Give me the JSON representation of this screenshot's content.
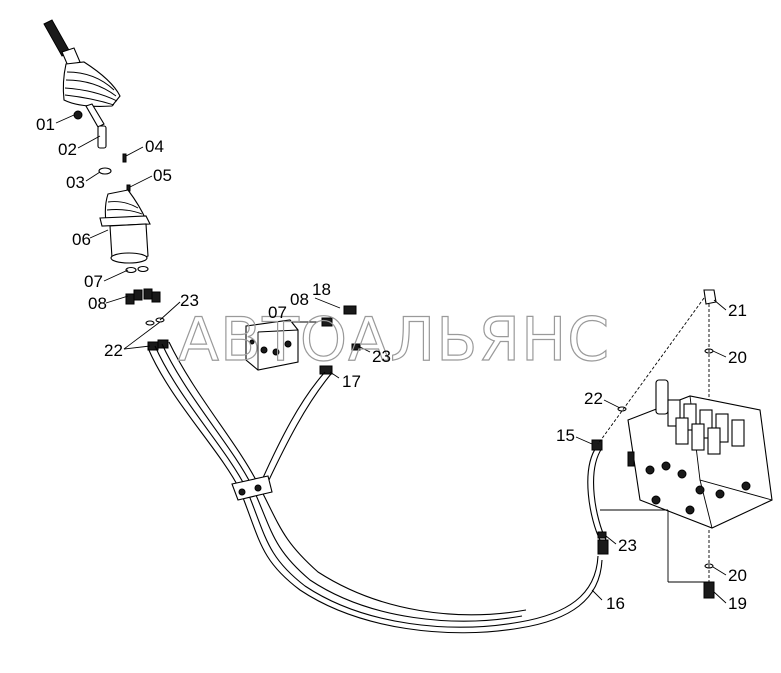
{
  "watermark": "АВТОАЛЬЯНС",
  "callouts": {
    "c01": "01",
    "c02": "02",
    "c03": "03",
    "c04": "04",
    "c05": "05",
    "c06": "06",
    "c07a": "07",
    "c08a": "08",
    "c22a": "22",
    "c23a": "23",
    "c07b": "07",
    "c08b": "08",
    "c18": "18",
    "c23b": "23",
    "c17": "17",
    "c21": "21",
    "c20a": "20",
    "c22b": "22",
    "c15": "15",
    "c23c": "23",
    "c20b": "20",
    "c19": "19",
    "c16": "16"
  }
}
